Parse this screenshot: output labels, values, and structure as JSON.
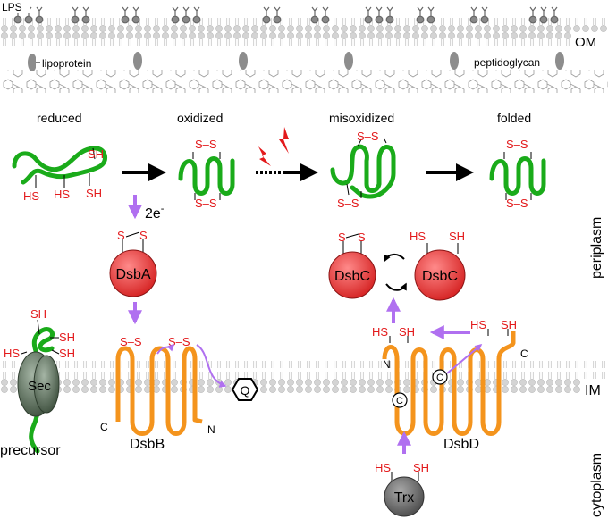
{
  "outer_membrane": {
    "lps_label": "LPS",
    "om_label": "OM",
    "lipoprotein_label": "lipoprotein",
    "peptidoglycan_label": "peptidoglycan"
  },
  "states": {
    "reduced": "reduced",
    "oxidized": "oxidized",
    "misoxidized": "misoxidized",
    "folded": "folded"
  },
  "chem": {
    "sh": "SH",
    "hs": "HS",
    "s": "S",
    "ss": "S–S",
    "two_e": "2e",
    "two_e_sup": "-"
  },
  "proteins": {
    "dsba": "DsbA",
    "dsbb": "DsbB",
    "dsbc_left": "DsbC",
    "dsbc_right": "DsbC",
    "dsbd": "DsbD",
    "trx": "Trx",
    "sec": "Sec",
    "quinone": "Q",
    "c_res": "C"
  },
  "termini": {
    "c": "C",
    "n": "N"
  },
  "compartments": {
    "periplasm": "periplasm",
    "im": "IM",
    "cytoplasm": "cytoplasm"
  },
  "precursor_label": "precursor",
  "colors": {
    "green": "#1aab1a",
    "orange": "#f4941d",
    "red_text": "#e31a1c",
    "purple": "#b070f0",
    "dsb_fill": "#e43b3b",
    "sec_fill": "#5d6f5d",
    "trx_fill": "#666666",
    "membrane": "#cfcfcf"
  }
}
